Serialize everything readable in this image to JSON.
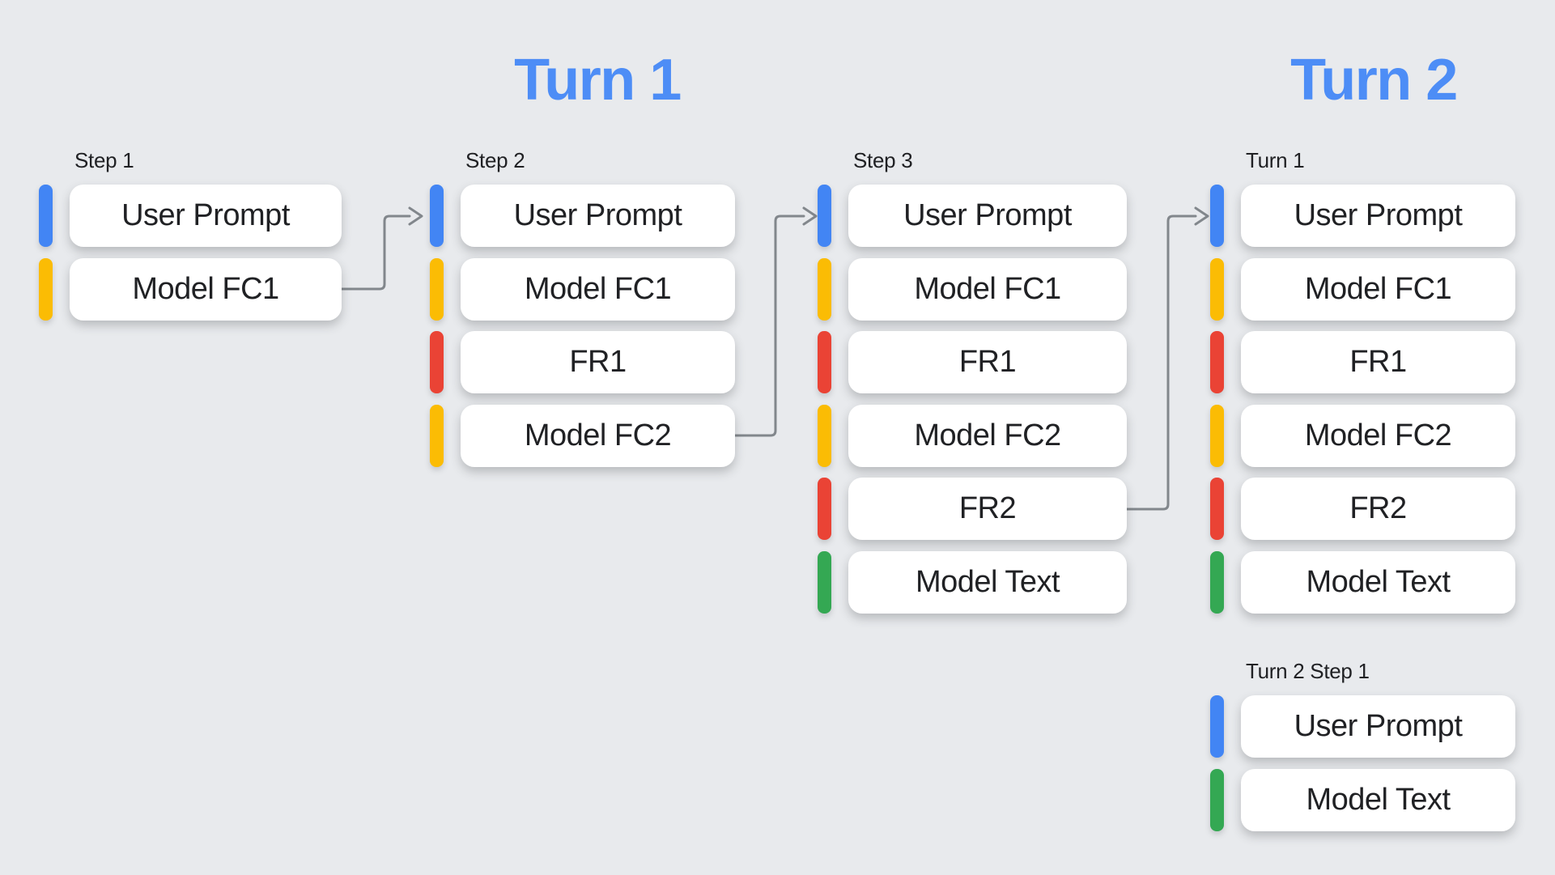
{
  "palette": {
    "background": "#E8EAED",
    "card_background": "#FFFFFF",
    "title_blue": "#4D8DF6",
    "user_prompt": "#4285F4",
    "model_fc": "#FBBC04",
    "function_response": "#EA4335",
    "model_text": "#34A853",
    "arrow_gray": "#82878C",
    "text_dark": "#202124"
  },
  "titles": {
    "turn1": "Turn 1",
    "turn2": "Turn 2"
  },
  "columns": [
    {
      "label": "Step 1",
      "cards": [
        {
          "text": "User Prompt",
          "kind": "user_prompt"
        },
        {
          "text": "Model FC1",
          "kind": "model_fc"
        }
      ]
    },
    {
      "label": "Step 2",
      "cards": [
        {
          "text": "User Prompt",
          "kind": "user_prompt"
        },
        {
          "text": "Model FC1",
          "kind": "model_fc"
        },
        {
          "text": "FR1",
          "kind": "function_response"
        },
        {
          "text": "Model FC2",
          "kind": "model_fc"
        }
      ]
    },
    {
      "label": "Step 3",
      "cards": [
        {
          "text": "User Prompt",
          "kind": "user_prompt"
        },
        {
          "text": "Model FC1",
          "kind": "model_fc"
        },
        {
          "text": "FR1",
          "kind": "function_response"
        },
        {
          "text": "Model FC2",
          "kind": "model_fc"
        },
        {
          "text": "FR2",
          "kind": "function_response"
        },
        {
          "text": "Model Text",
          "kind": "model_text"
        }
      ]
    },
    {
      "label": "Turn 1",
      "cards": [
        {
          "text": "User Prompt",
          "kind": "user_prompt"
        },
        {
          "text": "Model FC1",
          "kind": "model_fc"
        },
        {
          "text": "FR1",
          "kind": "function_response"
        },
        {
          "text": "Model FC2",
          "kind": "model_fc"
        },
        {
          "text": "FR2",
          "kind": "function_response"
        },
        {
          "text": "Model Text",
          "kind": "model_text"
        }
      ]
    },
    {
      "label": "Turn 2 Step 1",
      "cards": [
        {
          "text": "User Prompt",
          "kind": "user_prompt"
        },
        {
          "text": "Model Text",
          "kind": "model_text"
        }
      ]
    }
  ],
  "connections": [
    {
      "from": "Step 1 / Model FC1",
      "to": "Step 2 / User Prompt"
    },
    {
      "from": "Step 2 / Model FC2",
      "to": "Step 3 / User Prompt"
    },
    {
      "from": "Step 3 / FR2",
      "to": "Turn 1 / User Prompt"
    }
  ]
}
